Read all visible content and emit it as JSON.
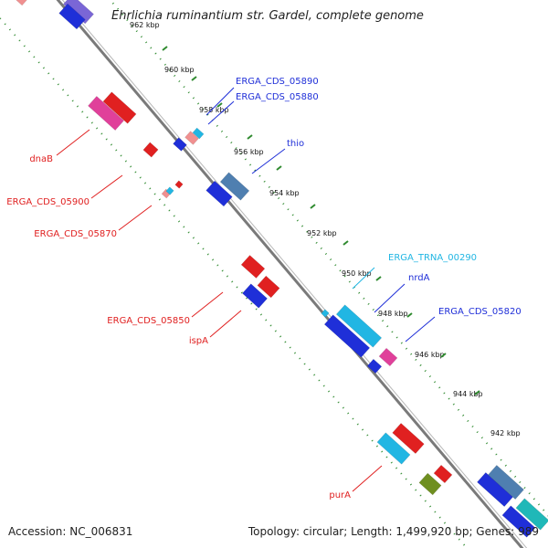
{
  "title": "Ehrlichia ruminantium str. Gardel, complete genome",
  "footer": {
    "accession": "Accession: NC_006831",
    "stats": "Topology: circular; Length: 1,499,920 bp; Genes: 989"
  },
  "colors": {
    "backbone": "#7a7a7a",
    "ticks": "#2f8a2f",
    "red": "#e02020",
    "blue": "#1f2fd8",
    "cyan": "#21b6e3",
    "pink": "#e0409a",
    "steel": "#4f7fb0",
    "olive": "#6f8f20",
    "teal": "#1fb8b8",
    "salmon": "#f09090",
    "purple": "#7a66d6"
  },
  "ticks": [
    {
      "label": "962 kbp"
    },
    {
      "label": "960 kbp"
    },
    {
      "label": "958 kbp"
    },
    {
      "label": "956 kbp"
    },
    {
      "label": "954 kbp"
    },
    {
      "label": "952 kbp"
    },
    {
      "label": "950 kbp"
    },
    {
      "label": "948 kbp"
    },
    {
      "label": "946 kbp"
    },
    {
      "label": "944 kbp"
    },
    {
      "label": "942 kbp"
    }
  ],
  "gene_labels": [
    {
      "text": "ERGA_CDS_05890",
      "color": "#1f2fd8"
    },
    {
      "text": "ERGA_CDS_05880",
      "color": "#1f2fd8"
    },
    {
      "text": "thio",
      "color": "#1f2fd8"
    },
    {
      "text": "ERGA_TRNA_00290",
      "color": "#21b6e3"
    },
    {
      "text": "nrdA",
      "color": "#1f2fd8"
    },
    {
      "text": "ERGA_CDS_05820",
      "color": "#1f2fd8"
    },
    {
      "text": "dnaB",
      "color": "#e02020"
    },
    {
      "text": "ERGA_CDS_05900",
      "color": "#e02020"
    },
    {
      "text": "ERGA_CDS_05870",
      "color": "#e02020"
    },
    {
      "text": "ERGA_CDS_05850",
      "color": "#e02020"
    },
    {
      "text": "ispA",
      "color": "#e02020"
    },
    {
      "text": "purA",
      "color": "#e02020"
    }
  ]
}
